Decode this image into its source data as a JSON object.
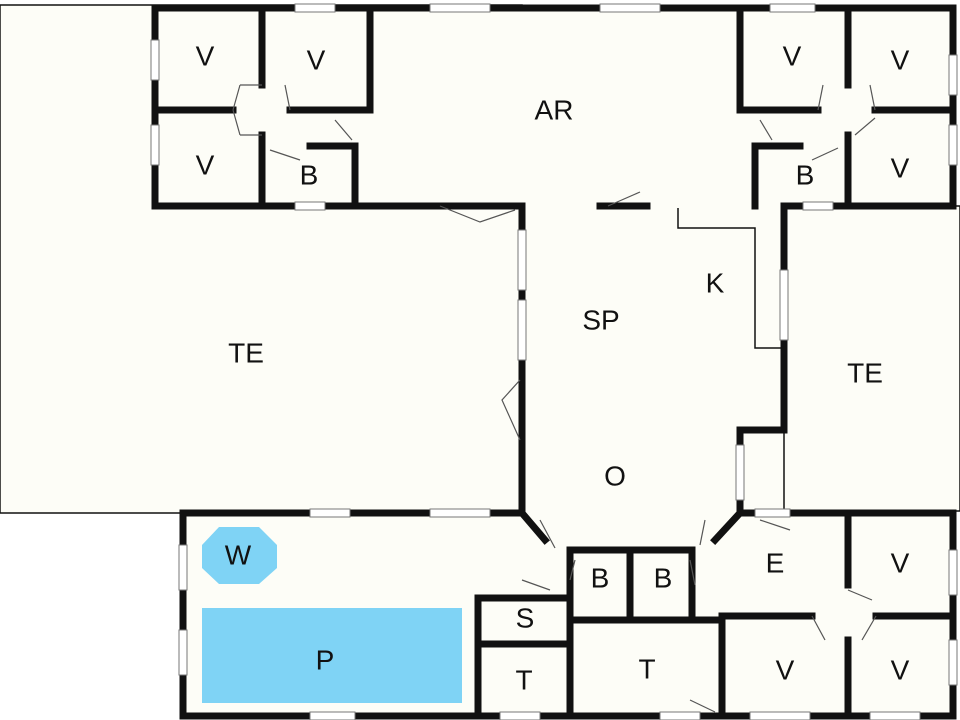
{
  "colors": {
    "floor": "#fdfdf7",
    "wall": "#111111",
    "pool": "#7fd3f5"
  },
  "labels": {
    "ar": "AR",
    "sp": "SP",
    "k": "K",
    "o": "O",
    "te_left": "TE",
    "te_right": "TE",
    "e": "E",
    "w": "W",
    "p": "P",
    "s": "S",
    "t_small": "T",
    "t_large": "T",
    "b_top_left": "B",
    "b_top_right": "B",
    "b_bottom_1": "B",
    "b_bottom_2": "B",
    "v_tl_1": "V",
    "v_tl_2": "V",
    "v_tl_3": "V",
    "v_tr_1": "V",
    "v_tr_2": "V",
    "v_tr_3": "V",
    "v_br_1": "V",
    "v_br_2": "V",
    "v_br_3": "V"
  }
}
